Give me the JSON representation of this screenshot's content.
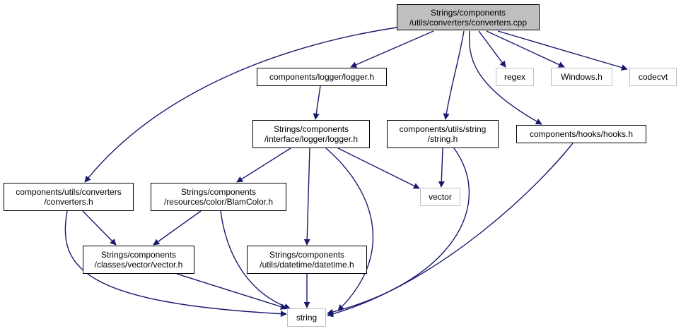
{
  "graph": {
    "nodes": [
      {
        "id": "converters_cpp",
        "kind": "main",
        "lines": [
          "Strings/components",
          "/utils/converters/converters.cpp"
        ]
      },
      {
        "id": "logger_h",
        "kind": "local",
        "lines": [
          "components/logger/logger.h"
        ]
      },
      {
        "id": "regex",
        "kind": "external",
        "lines": [
          "regex"
        ]
      },
      {
        "id": "windows_h",
        "kind": "external",
        "lines": [
          "Windows.h"
        ]
      },
      {
        "id": "codecvt",
        "kind": "external",
        "lines": [
          "codecvt"
        ]
      },
      {
        "id": "interface_logger_h",
        "kind": "local",
        "lines": [
          "Strings/components",
          "/interface/logger/logger.h"
        ]
      },
      {
        "id": "string_h",
        "kind": "local",
        "lines": [
          "components/utils/string",
          "/string.h"
        ]
      },
      {
        "id": "hooks_h",
        "kind": "local",
        "lines": [
          "components/hooks/hooks.h"
        ]
      },
      {
        "id": "converters_h",
        "kind": "local",
        "lines": [
          "components/utils/converters",
          "/converters.h"
        ]
      },
      {
        "id": "blamcolor_h",
        "kind": "local",
        "lines": [
          "Strings/components",
          "/resources/color/BlamColor.h"
        ]
      },
      {
        "id": "vector",
        "kind": "external",
        "lines": [
          "vector"
        ]
      },
      {
        "id": "vector_h",
        "kind": "local",
        "lines": [
          "Strings/components",
          "/classes/vector/vector.h"
        ]
      },
      {
        "id": "datetime_h",
        "kind": "local",
        "lines": [
          "Strings/components",
          "/utils/datetime/datetime.h"
        ]
      },
      {
        "id": "string",
        "kind": "external",
        "lines": [
          "string"
        ]
      }
    ],
    "edges": [
      {
        "from": "converters_cpp",
        "to": "logger_h"
      },
      {
        "from": "converters_cpp",
        "to": "regex"
      },
      {
        "from": "converters_cpp",
        "to": "windows_h"
      },
      {
        "from": "converters_cpp",
        "to": "codecvt"
      },
      {
        "from": "converters_cpp",
        "to": "string_h"
      },
      {
        "from": "converters_cpp",
        "to": "hooks_h"
      },
      {
        "from": "converters_cpp",
        "to": "converters_h"
      },
      {
        "from": "logger_h",
        "to": "interface_logger_h"
      },
      {
        "from": "interface_logger_h",
        "to": "blamcolor_h"
      },
      {
        "from": "interface_logger_h",
        "to": "vector"
      },
      {
        "from": "interface_logger_h",
        "to": "datetime_h"
      },
      {
        "from": "interface_logger_h",
        "to": "string"
      },
      {
        "from": "string_h",
        "to": "vector"
      },
      {
        "from": "string_h",
        "to": "string"
      },
      {
        "from": "hooks_h",
        "to": "string"
      },
      {
        "from": "converters_h",
        "to": "vector_h"
      },
      {
        "from": "converters_h",
        "to": "string"
      },
      {
        "from": "blamcolor_h",
        "to": "vector_h"
      },
      {
        "from": "blamcolor_h",
        "to": "string"
      },
      {
        "from": "vector_h",
        "to": "string"
      },
      {
        "from": "datetime_h",
        "to": "string"
      }
    ]
  },
  "colors": {
    "edge": "#191970",
    "main_fill": "#bfbfbf",
    "local_border": "#000000",
    "external_border": "#bfbfbf"
  }
}
